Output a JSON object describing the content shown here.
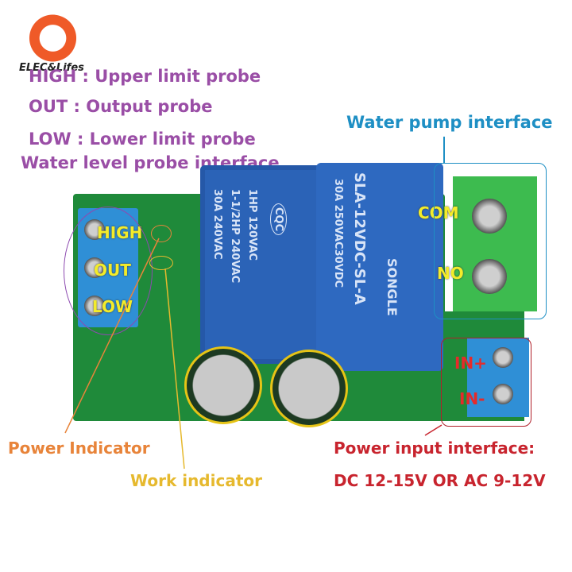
{
  "logo": {
    "brand": "ELEC&Lifes"
  },
  "legend": {
    "high": "HIGH : Upper limit probe",
    "out": "OUT   : Output probe",
    "low": "LOW  : Lower limit probe",
    "probe_interface": "Water level probe interface"
  },
  "pump": {
    "title": "Water pump interface",
    "com": "COM",
    "no": "NO"
  },
  "probe_terminals": {
    "high": "HIGH",
    "out": "OUT",
    "low": "LOW"
  },
  "relay": {
    "brand": "SONGLE",
    "model": "SLA-12VDC-SL-A",
    "rating1": "30A  250VAC30VDC",
    "rating2": "1HP 120VAC",
    "rating3": "1-1/2HP 240VAC",
    "rating4": "30A 240VAC",
    "cert": "CQC"
  },
  "power_terminals": {
    "in_plus": "IN+",
    "in_minus": "IN-"
  },
  "indicators": {
    "power": "Power Indicator",
    "work": "Work indicator"
  },
  "power_input": {
    "title": "Power input interface:",
    "spec": "DC 12-15V OR AC 9-12V"
  },
  "colors": {
    "purple": "#9a4ea6",
    "cyan": "#1e8fc4",
    "orange": "#e8843a",
    "yellow": "#e6b92e",
    "red": "#c8242e",
    "pcb_green": "#1f8a3a",
    "relay_blue": "#2b63b7"
  }
}
